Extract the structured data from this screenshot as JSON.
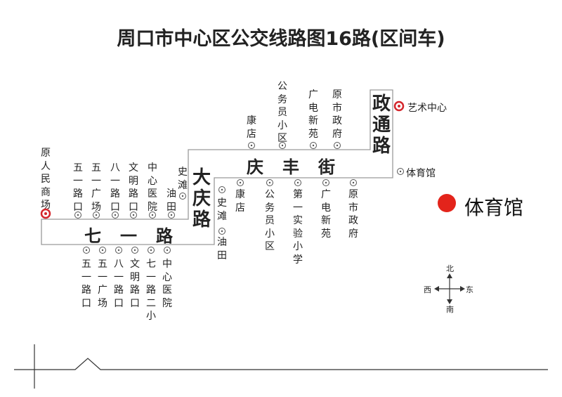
{
  "title": "周口市中心区公交线路图16路(区间车)",
  "roads": {
    "qiyi": "七一路",
    "daqing": "大庆路",
    "qingfeng": "庆丰街",
    "zhengtong": "政通路"
  },
  "terminals": {
    "start": "原人民商场",
    "end": "艺术中心"
  },
  "stops_outer": {
    "qiyi": [
      "五一路口",
      "五一广场",
      "八一路口",
      "文明路口",
      "中心医院",
      "油田"
    ],
    "shitan": "史滩",
    "qingfeng": [
      "康店",
      "公务员小区",
      "广电新苑",
      "原市政府"
    ]
  },
  "stops_inner": {
    "qiyi": [
      "五一路口",
      "五一广场",
      "八一路口",
      "文明路口",
      "七一路二小",
      "中心医院"
    ],
    "daqing": [
      "史滩",
      "油田"
    ],
    "qingfeng": [
      "康店",
      "公务员小区",
      "第一实验小学",
      "广电新苑",
      "原市政府"
    ],
    "zhengtong": "体育馆"
  },
  "landmark": "体育馆",
  "compass": {
    "north": "北",
    "south": "南",
    "east": "东",
    "west": "西"
  },
  "colors": {
    "landmark": "#e3241b",
    "terminal": "#d4262c",
    "route": "#999999",
    "stop": "#555555"
  }
}
